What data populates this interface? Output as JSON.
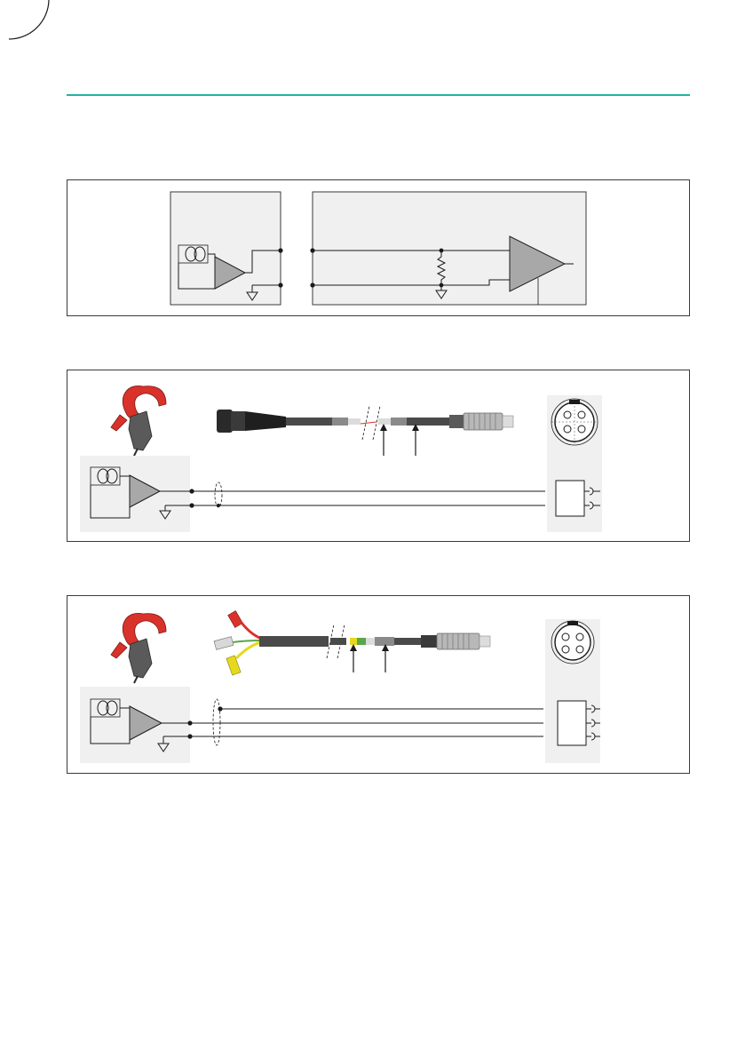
{
  "colors": {
    "accent_rule": "#1fb5a5",
    "panel_border": "#3a3a3a",
    "module_fill": "#f0f0f0",
    "amplifier_fill": "#a8a8a8",
    "wire": "#1a1a1a",
    "clamp_red": "#d9322a",
    "clamp_grey": "#5a5a5a",
    "banana_red": "#d9322a",
    "banana_yellow": "#e6d81f",
    "cable_green": "#5aa64a"
  },
  "panels": [
    {
      "name": "sensor-to-amplifier-circuit",
      "icons": [
        "current-coil-icon",
        "buffer-amplifier-icon",
        "ground-symbol-icon",
        "load-resistor-icon",
        "input-amplifier-icon"
      ]
    },
    {
      "name": "bnc-cable-connection",
      "icons": [
        "current-clamp-icon",
        "bnc-cable-icon",
        "cable-break-icon",
        "arrow-up-icon",
        "circular-connector-4-pin-icon",
        "current-coil-icon",
        "buffer-amplifier-icon",
        "ground-symbol-icon",
        "connector-pin-block-icon"
      ]
    },
    {
      "name": "banana-plug-cable-connection",
      "icons": [
        "current-clamp-icon",
        "banana-plug-cable-icon",
        "cable-break-icon",
        "arrow-up-icon",
        "circular-connector-4-pin-icon",
        "current-coil-icon",
        "buffer-amplifier-icon",
        "ground-symbol-icon",
        "connector-pin-block-icon"
      ]
    }
  ]
}
